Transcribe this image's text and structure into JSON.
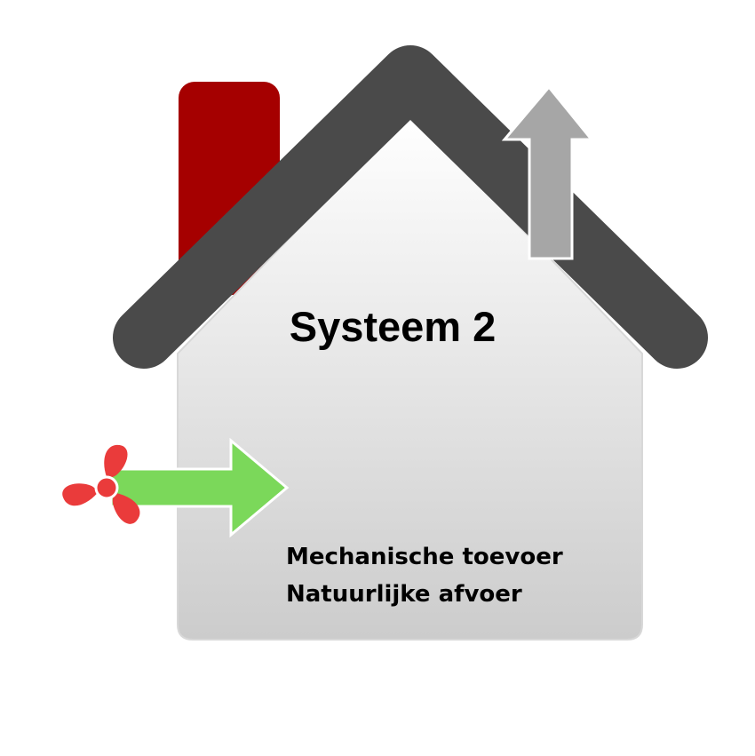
{
  "diagram": {
    "title": "Systeem 2",
    "lines": [
      "Mechanische toevoer",
      "Natuurlijke afvoer"
    ],
    "colors": {
      "roof": "#4a4a4a",
      "chimney": "#a50000",
      "wall_top": "#ffffff",
      "wall_bottom": "#cccccc",
      "supply_arrow": "#7bd85a",
      "exhaust_arrow": "#a6a6a6",
      "fan": "#ea3b3b"
    },
    "icons": {
      "fan": "fan-icon",
      "supply_arrow": "arrow-right-icon",
      "exhaust_arrow": "arrow-up-icon"
    }
  }
}
